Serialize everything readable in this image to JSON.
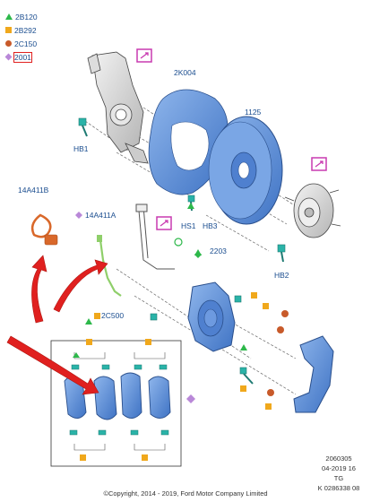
{
  "legend": [
    {
      "symbol": "triangle-green-icon",
      "code": "2B120",
      "color": "#2db84a"
    },
    {
      "symbol": "square-orange-icon",
      "code": "2B292",
      "color": "#f0a81c"
    },
    {
      "symbol": "circle-rust-icon",
      "code": "2C150",
      "color": "#c85a2a"
    },
    {
      "symbol": "diamond-purple-icon",
      "code": "2001",
      "color": "#b988d8",
      "highlighted": true
    }
  ],
  "callouts": {
    "c2k004": "2K004",
    "c1125": "1125",
    "hb1": "HB1",
    "hs1": "HS1",
    "hb3": "HB3",
    "hb2": "HB2",
    "c2203": "2203",
    "c14a411b": "14A411B",
    "c14a411a": "14A411A",
    "c2c500": "2C500"
  },
  "footer": {
    "doc_number": "2060305",
    "date_line": "04-2019 16",
    "code_tg": "TG",
    "part_ref": "K 0286338 08",
    "copyright": "©Copyright, 2014 - 2019, Ford Motor Company Limited"
  },
  "colors": {
    "part_blue": "#5b8fd9",
    "label_blue": "#1a4d8f",
    "arrow_red": "#e0201f",
    "sensor_orange": "#d9682a",
    "sensor_green": "#8fcf6a"
  }
}
